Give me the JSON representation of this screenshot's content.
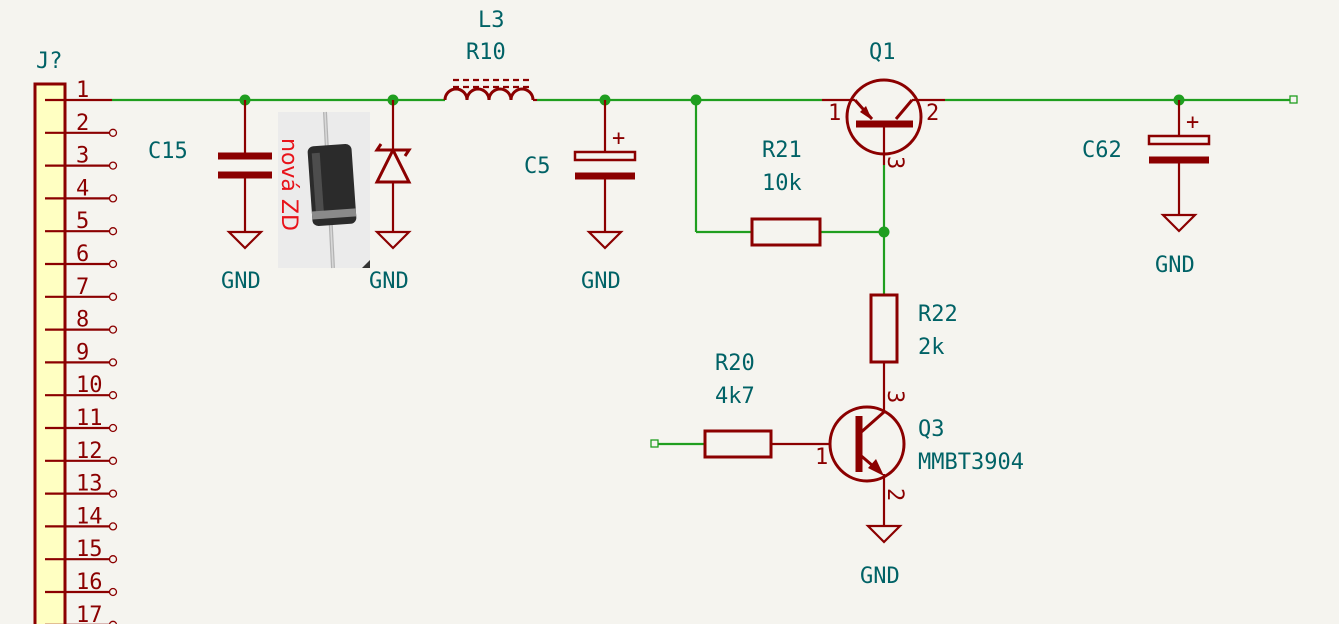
{
  "components": {
    "j": {
      "ref": "J?",
      "pins": [
        "1",
        "2",
        "3",
        "4",
        "5",
        "6",
        "7",
        "8",
        "9",
        "10",
        "11",
        "12",
        "13",
        "14",
        "15",
        "16",
        "17"
      ]
    },
    "c15": {
      "ref": "C15"
    },
    "c5": {
      "ref": "C5",
      "plus": "+"
    },
    "c62": {
      "ref": "C62",
      "plus": "+"
    },
    "l3": {
      "ref": "L3",
      "value": "R10"
    },
    "q1": {
      "ref": "Q1",
      "pin1": "1",
      "pin2": "2",
      "pin3": "3"
    },
    "r21": {
      "ref": "R21",
      "value": "10k"
    },
    "r22": {
      "ref": "R22",
      "value": "2k"
    },
    "r20": {
      "ref": "R20",
      "value": "4k7"
    },
    "q3": {
      "ref": "Q3",
      "value": "MMBT3904",
      "pin1": "1",
      "pin2": "2",
      "pin3": "3"
    }
  },
  "power": {
    "gnd": "GND"
  },
  "annotations": {
    "photo_note": "nová ZD"
  },
  "colors": {
    "wire": "#1f9e1f",
    "symbol": "#8b0000",
    "label": "#006266",
    "note": "#e8131a",
    "background": "#f5f4ef"
  }
}
